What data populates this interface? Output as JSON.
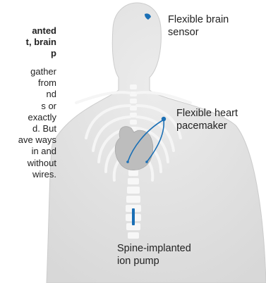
{
  "sidebar": {
    "title": "anted\nt, brain\np",
    "body": "gather\nfrom\nnd\ns or\nexactly\nd. But\nave ways\nin and\nwithout\nwires."
  },
  "labels": {
    "brain_sensor": "Flexible brain\nsensor",
    "heart_pacemaker": "Flexible heart\npacemaker",
    "ion_pump": "Spine-implanted\nion pump"
  },
  "colors": {
    "body_fill": "#e4e4e4",
    "body_outline": "#cccccc",
    "skeleton": "#f7f7f7",
    "heart": "#bdbdbd",
    "device_blue": "#1a6fb5",
    "text": "#222222"
  }
}
